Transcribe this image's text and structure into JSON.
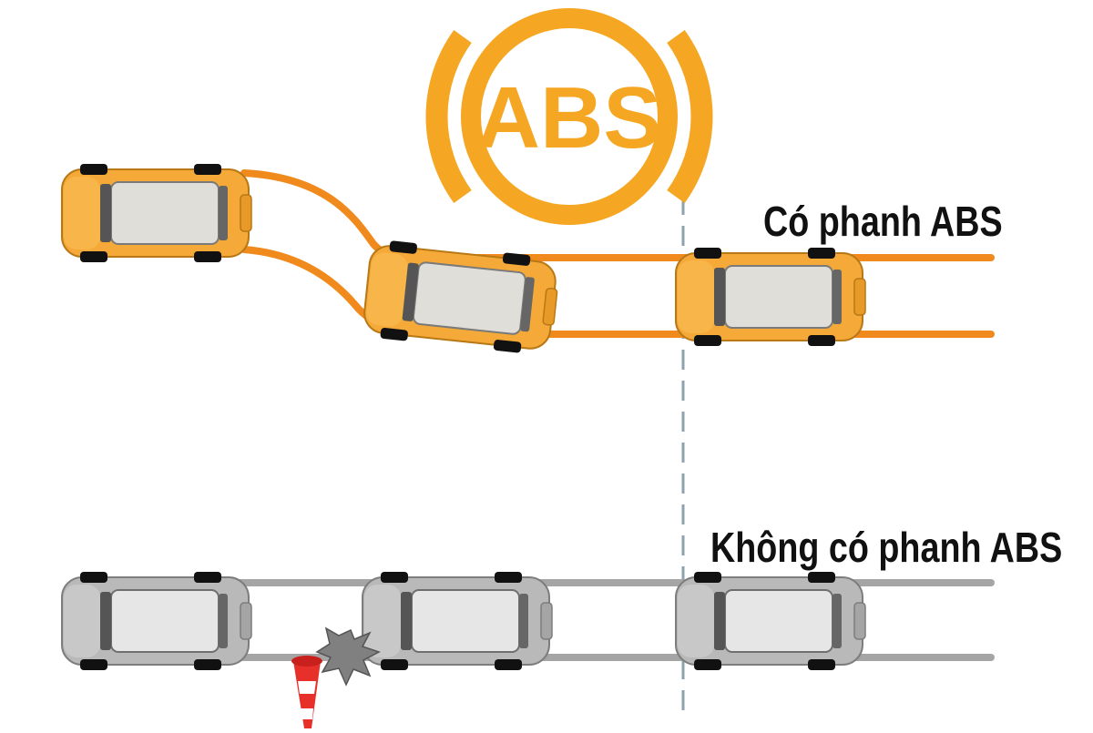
{
  "badge": {
    "text": "ABS"
  },
  "labels": {
    "with_abs": "Có phanh ABS",
    "without_abs": "Không có phanh ABS"
  },
  "colors": {
    "abs_accent": "#F5A623",
    "abs_track": "#F08A1C",
    "car_orange": "#F4A938",
    "car_grey": "#B9B9B9",
    "no_abs_track": "#A5A5A5",
    "divider": "#8FA1AA",
    "cone_red": "#E8302A",
    "impact_burst": "#808080"
  },
  "icons": [
    "abs-warning-icon",
    "traffic-cone-icon",
    "collision-burst-icon"
  ]
}
